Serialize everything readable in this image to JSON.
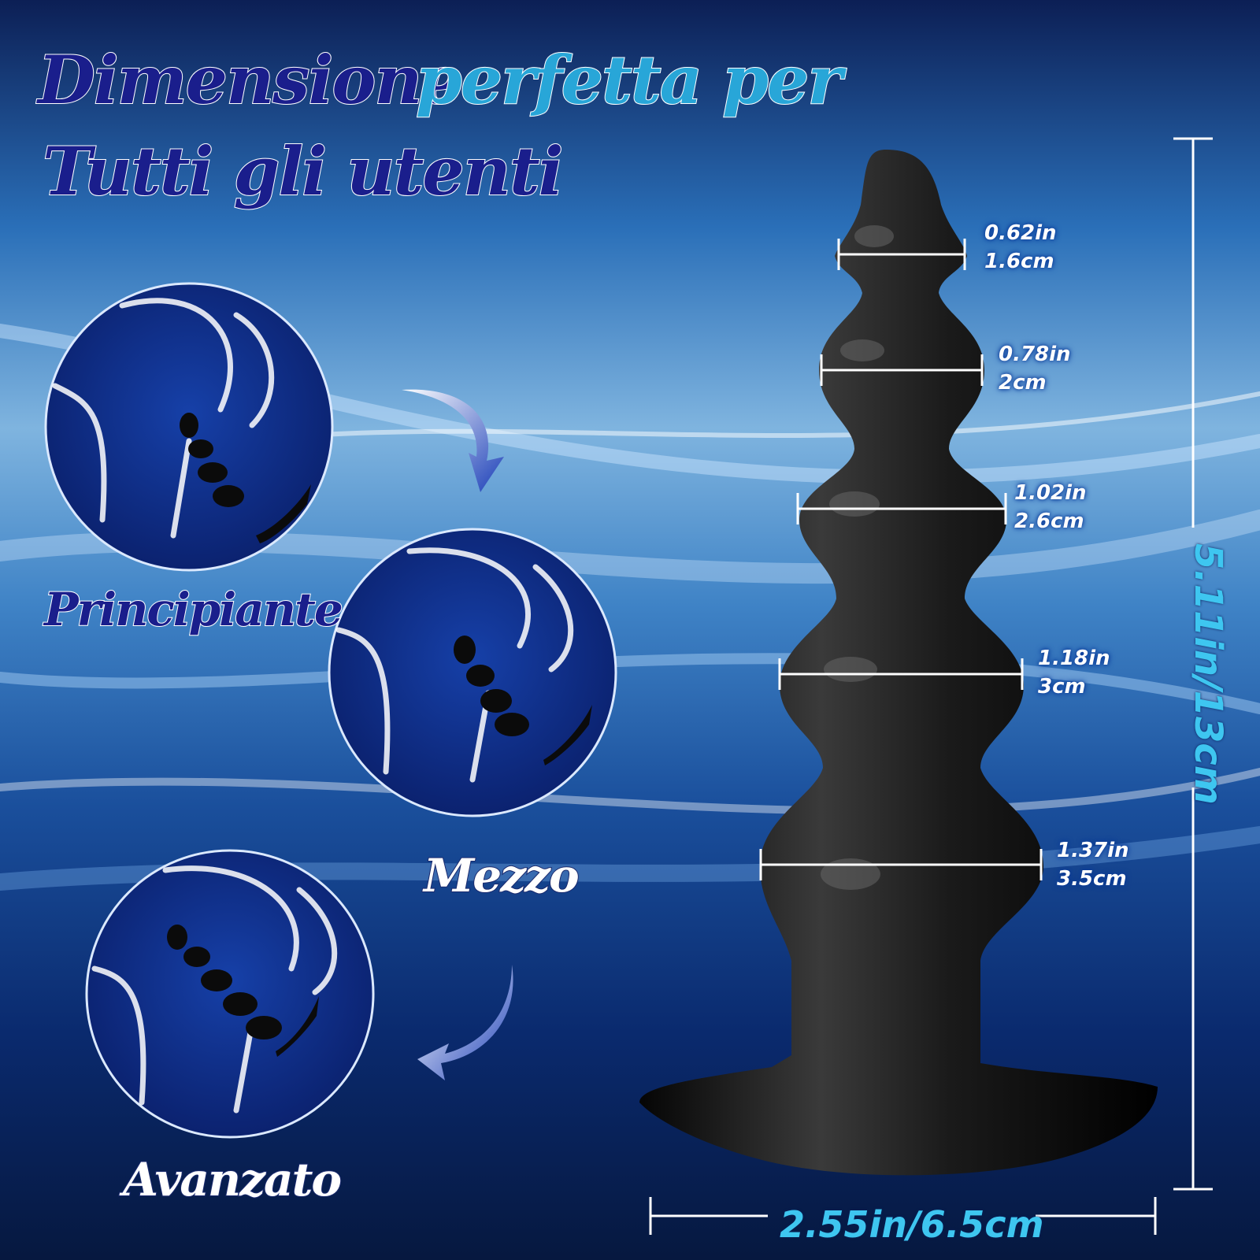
{
  "title": {
    "line1_part1": "Dimensione",
    "line1_part2": "perfetta per",
    "line2": "Tutti gli utenti"
  },
  "levels": [
    {
      "label": "Principiante"
    },
    {
      "label": "Mezzo"
    },
    {
      "label": "Avanzato"
    }
  ],
  "diameters": [
    {
      "in": "0.62in",
      "cm": "1.6cm"
    },
    {
      "in": "0.78in",
      "cm": "2cm"
    },
    {
      "in": "1.02in",
      "cm": "2.6cm"
    },
    {
      "in": "1.18in",
      "cm": "3cm"
    },
    {
      "in": "1.37in",
      "cm": "3.5cm"
    }
  ],
  "total_height": "5.11in/13cm",
  "base_width": "2.55in/6.5cm",
  "colors": {
    "title_dark": "#1a1e8c",
    "title_light": "#28a6d8",
    "dimension_accent": "#3ec6f0",
    "product": "#111111"
  }
}
